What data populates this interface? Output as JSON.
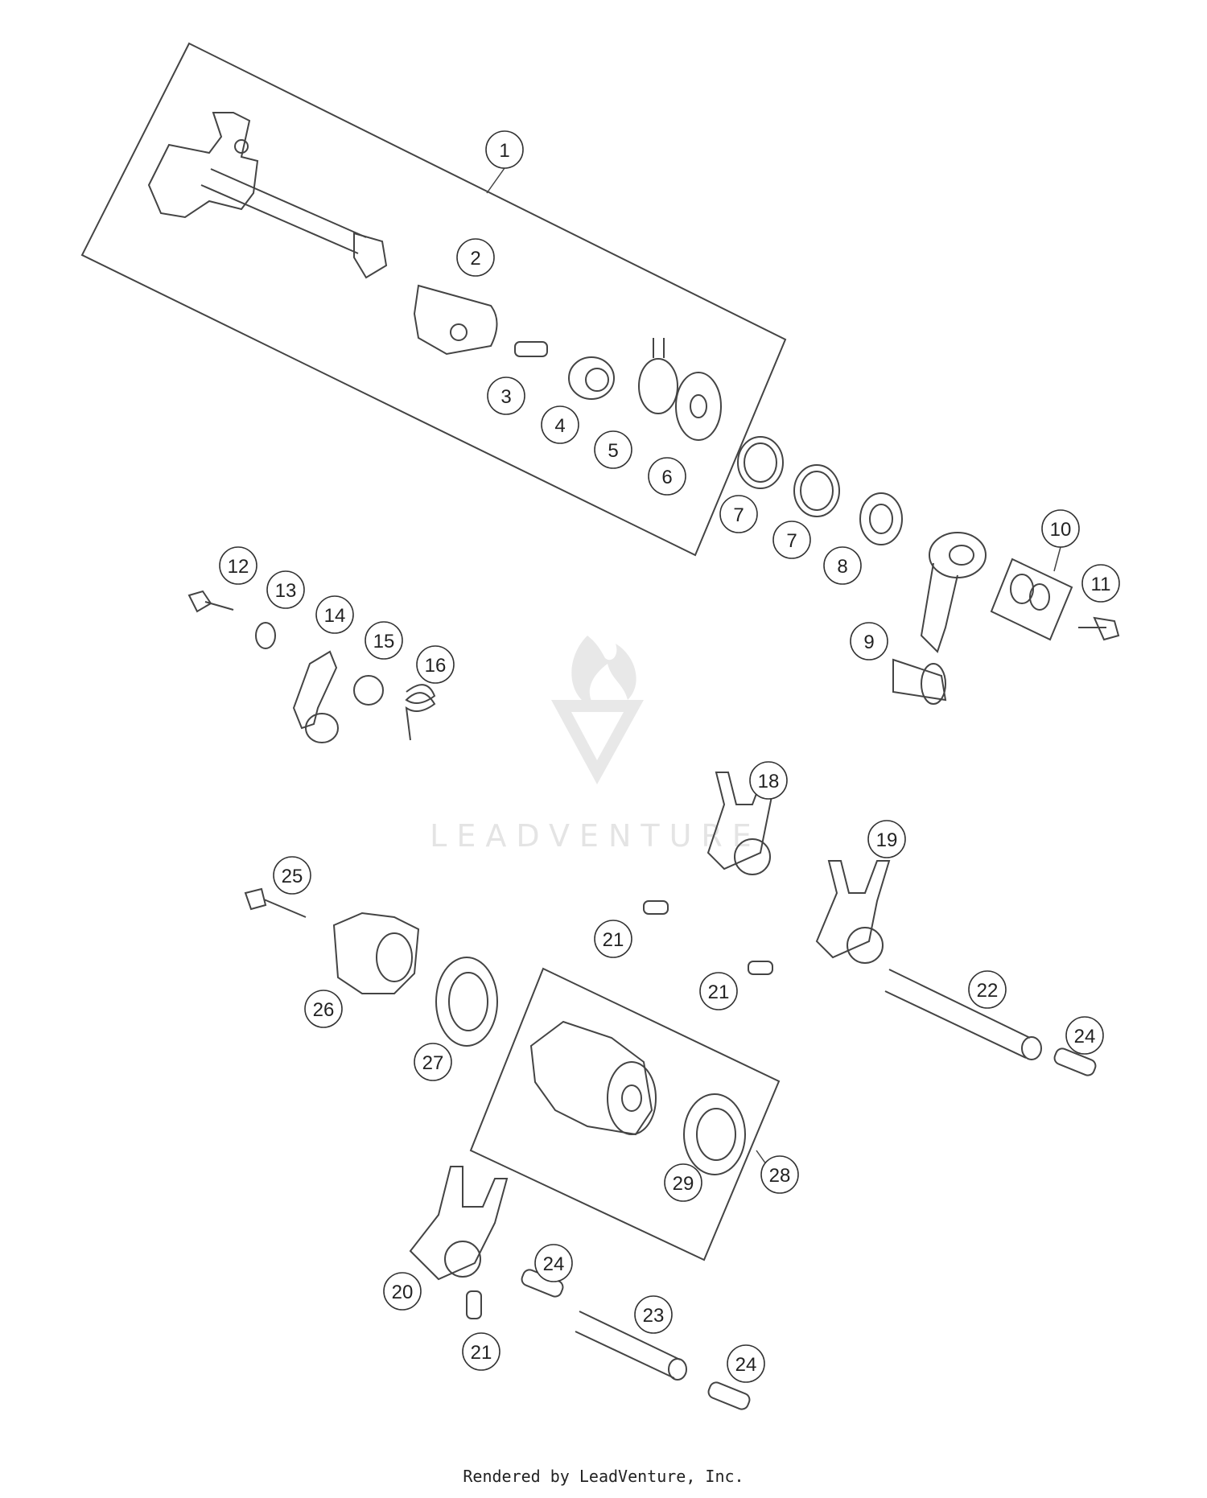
{
  "diagram": {
    "watermark": "LEADVENTURE",
    "footer": "Rendered by LeadVenture, Inc.",
    "callouts": [
      {
        "id": "c1",
        "label": "1"
      },
      {
        "id": "c2",
        "label": "2"
      },
      {
        "id": "c3",
        "label": "3"
      },
      {
        "id": "c4",
        "label": "4"
      },
      {
        "id": "c5",
        "label": "5"
      },
      {
        "id": "c6",
        "label": "6"
      },
      {
        "id": "c7a",
        "label": "7"
      },
      {
        "id": "c7b",
        "label": "7"
      },
      {
        "id": "c8",
        "label": "8"
      },
      {
        "id": "c9",
        "label": "9"
      },
      {
        "id": "c10",
        "label": "10"
      },
      {
        "id": "c11",
        "label": "11"
      },
      {
        "id": "c12",
        "label": "12"
      },
      {
        "id": "c13",
        "label": "13"
      },
      {
        "id": "c14",
        "label": "14"
      },
      {
        "id": "c15",
        "label": "15"
      },
      {
        "id": "c16",
        "label": "16"
      },
      {
        "id": "c18",
        "label": "18"
      },
      {
        "id": "c19",
        "label": "19"
      },
      {
        "id": "c20",
        "label": "20"
      },
      {
        "id": "c21a",
        "label": "21"
      },
      {
        "id": "c21b",
        "label": "21"
      },
      {
        "id": "c21c",
        "label": "21"
      },
      {
        "id": "c22",
        "label": "22"
      },
      {
        "id": "c23",
        "label": "23"
      },
      {
        "id": "c24a",
        "label": "24"
      },
      {
        "id": "c24b",
        "label": "24"
      },
      {
        "id": "c24c",
        "label": "24"
      },
      {
        "id": "c25",
        "label": "25"
      },
      {
        "id": "c26",
        "label": "26"
      },
      {
        "id": "c27",
        "label": "27"
      },
      {
        "id": "c28",
        "label": "28"
      },
      {
        "id": "c29",
        "label": "29"
      }
    ]
  }
}
